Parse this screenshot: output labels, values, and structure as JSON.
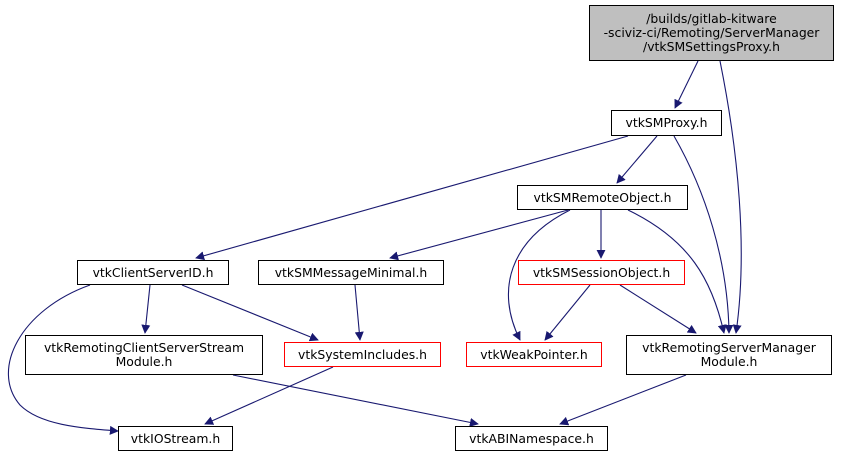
{
  "graph": {
    "colors": {
      "edge": "#191970",
      "focus_fill": "#bfbfbf",
      "red_border": "#ff0000",
      "node_border": "#000000"
    },
    "nodes": {
      "root": "/builds/gitlab-kitware\n-sciviz-ci/Remoting/ServerManager\n/vtkSMSettingsProxy.h",
      "smproxy": "vtkSMProxy.h",
      "remoteobject": "vtkSMRemoteObject.h",
      "clientserverid": "vtkClientServerID.h",
      "messageminimal": "vtkSMMessageMinimal.h",
      "sessionobject": "vtkSMSessionObject.h",
      "csstream": "vtkRemotingClientServerStream\nModule.h",
      "systemincludes": "vtkSystemIncludes.h",
      "weakpointer": "vtkWeakPointer.h",
      "smmodule": "vtkRemotingServerManager\nModule.h",
      "iostream": "vtkIOStream.h",
      "abinamespace": "vtkABINamespace.h"
    }
  }
}
